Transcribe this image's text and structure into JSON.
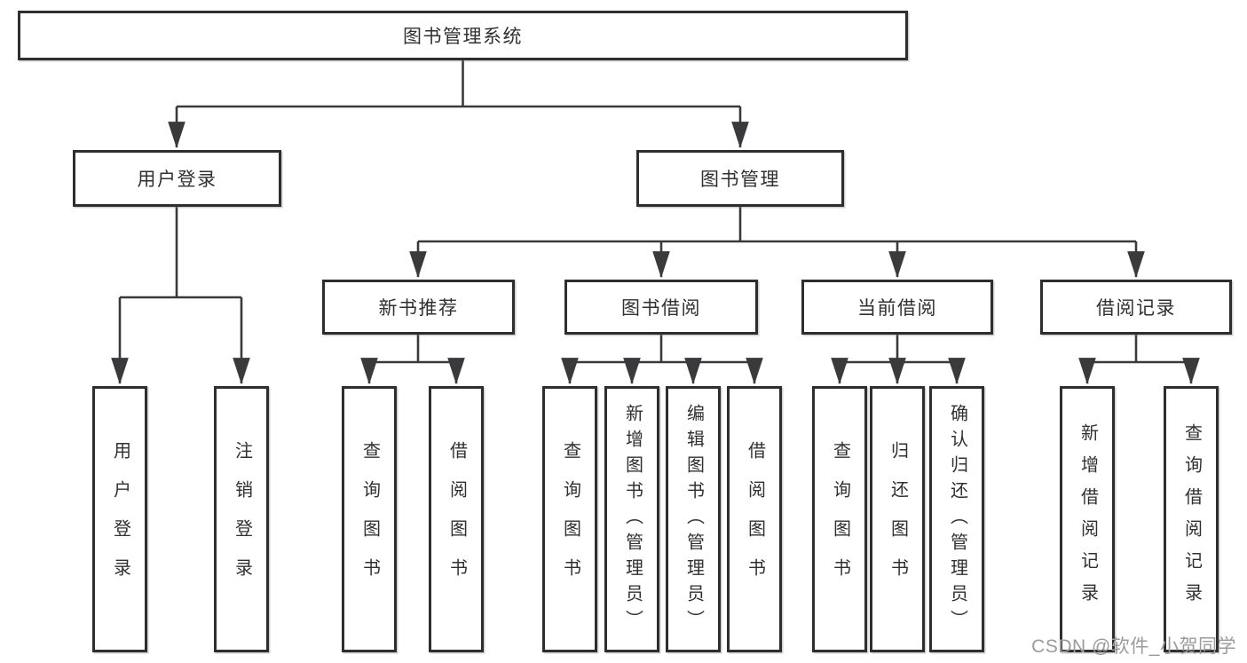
{
  "diagram": {
    "root": {
      "label": "图书管理系统"
    },
    "branches": [
      {
        "label": "用户登录",
        "children": [
          "用户登录",
          "注销登录"
        ]
      },
      {
        "label": "图书管理",
        "children": [
          {
            "label": "新书推荐",
            "children": [
              "查询图书",
              "借阅图书"
            ]
          },
          {
            "label": "图书借阅",
            "children": [
              "查询图书",
              "新增图书（管理员）",
              "编辑图书（管理员）",
              "借阅图书"
            ]
          },
          {
            "label": "当前借阅",
            "children": [
              "查询图书",
              "归还图书",
              "确认归还（管理员）"
            ]
          },
          {
            "label": "借阅记录",
            "children": [
              "新增借阅记录",
              "查询借阅记录"
            ]
          }
        ]
      }
    ],
    "colors": {
      "line": "#3a3a3c",
      "box_border": "#2e2e30",
      "text": "#303032",
      "watermark": "#9b9b9b",
      "background": "#ffffff"
    }
  },
  "watermark": {
    "text": "CSDN @软件_小贺同学"
  }
}
